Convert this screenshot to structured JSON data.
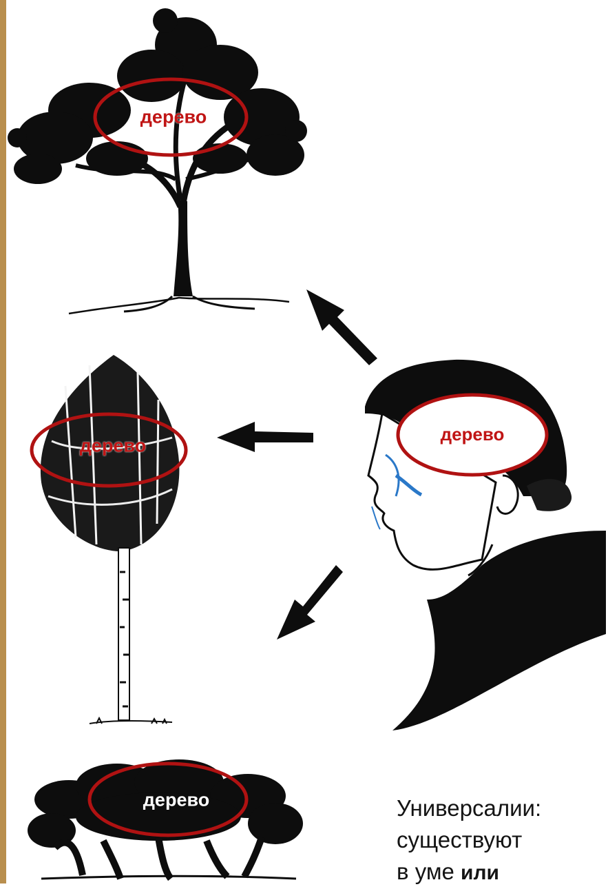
{
  "oval_labels": {
    "tree_top": "дерево",
    "tree_birch": "дерево",
    "head": "дерево",
    "tree_bush": "дерево"
  },
  "caption": {
    "line1": "Универсалии:",
    "line2": "существуют",
    "line3_plain": "в уме",
    "line3_bold": "или"
  },
  "colors": {
    "oval_outline": "#b01212",
    "label_text": "#c01515",
    "ink": "#0d0d0d",
    "face_accent": "#2a78c8",
    "page_strip": "#b98f4e"
  }
}
